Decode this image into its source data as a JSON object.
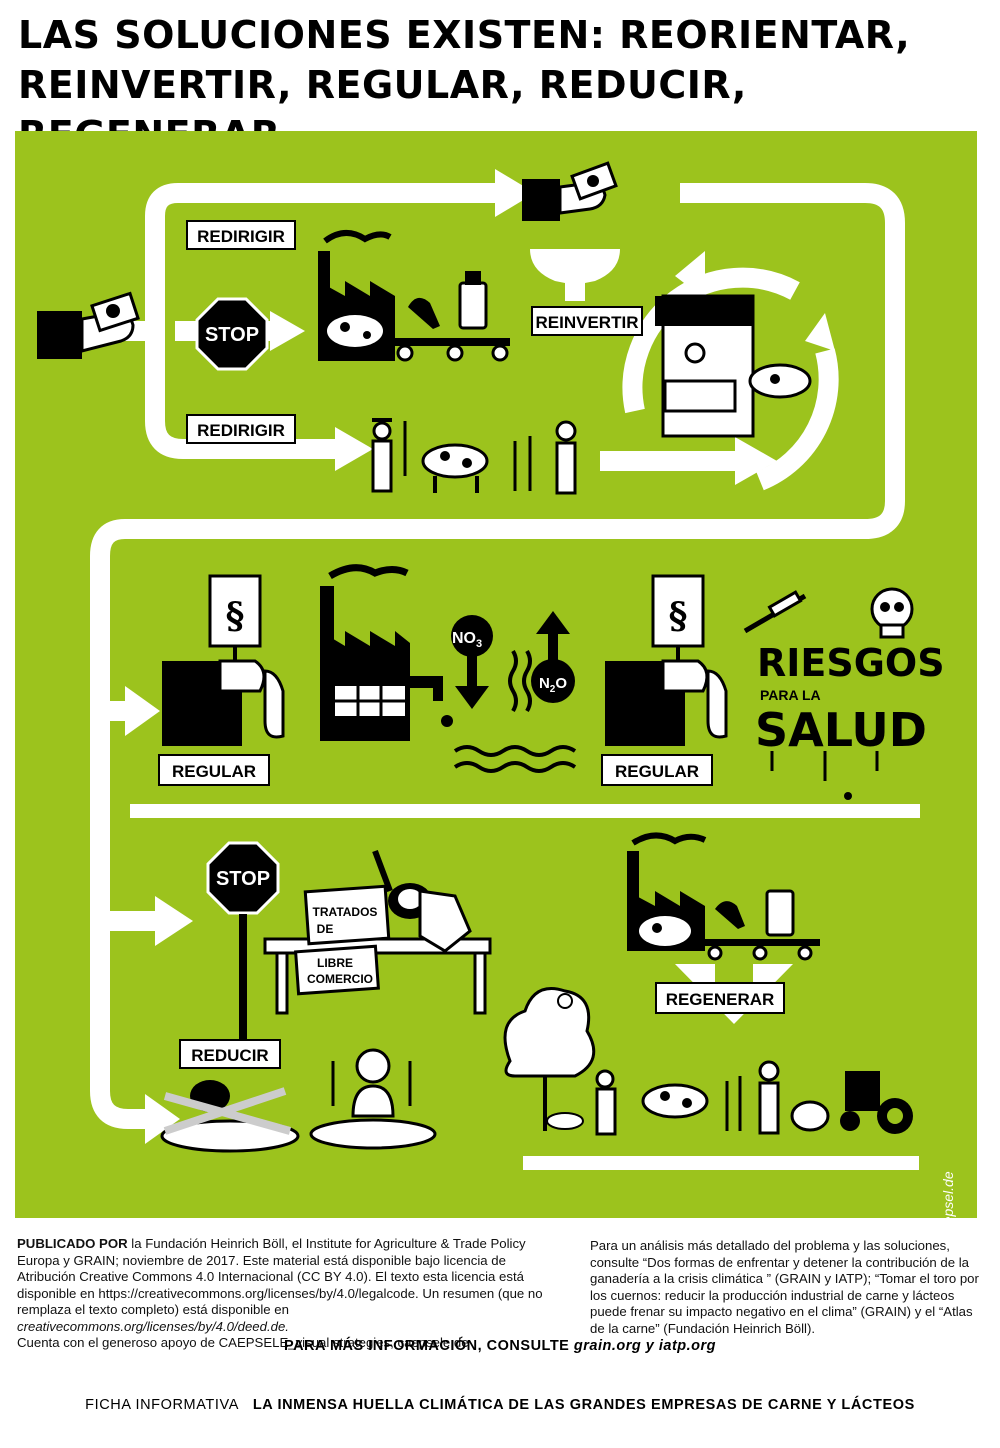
{
  "title": {
    "line1": "LAS SOLUCIONES EXISTEN: REORIENTAR,",
    "line2": "REINVERTIR, REGULAR, REDUCIR, REGENERAR"
  },
  "labels": {
    "redirigir_top": "REDIRIGIR",
    "redirigir_bottom": "REDIRIGIR",
    "reinvertir": "REINVERTIR",
    "stop_1": "STOP",
    "stop_2": "STOP",
    "regular_1": "REGULAR",
    "regular_2": "REGULAR",
    "no3": "NO",
    "no3_sub": "3",
    "n2o_n": "N",
    "n2o_sub": "2",
    "n2o_o": "O",
    "section_symbol": "§",
    "riesgos": "RIESGOS",
    "para_la": "PARA LA",
    "salud": "SALUD",
    "tratados_1": "TRATADOS",
    "tratados_2": "DE",
    "tratados_3": "LIBRE",
    "tratados_4": "COMERCIO",
    "regenerar": "REGENERAR",
    "reducir": "REDUCIR",
    "credit": "Gráficos: caepsel.de"
  },
  "colors": {
    "panel_green": "#9cc31d",
    "ink": "#000000",
    "paper": "#ffffff"
  },
  "footer": {
    "left": {
      "published_by": "PUBLICADO POR",
      "p1": " la Fundación Heinrich Böll, el Institute for Agriculture & Trade Policy Europa y GRAIN; noviembre de 2017. Este material está disponible bajo licencia de Atribución Creative Commons 4.0 Internacional (CC BY 4.0). El texto esta licencia está disponible en https://creativecommons.org/licenses/by/4.0/legalcode. Un resumen (que no remplaza el texto completo) está disponible en",
      "cc_link": "creativecommons.org/licenses/by/4.0/deed.de.",
      "p2": "Cuenta con el generoso apoyo de CAEPSELE_visual strategies, caepsele.de"
    },
    "right": "Para un análisis más detallado del problema y las soluciones, consulte “Dos formas de enfrentar y detener la contribución de la ganadería a la crisis climática ” (GRAIN y IATP); “Tomar el toro por los cuernos: reducir la producción industrial de carne y lácteos puede frenar su impacto negativo en el clima” (GRAIN) y el “Atlas de la carne” (Fundación Heinrich Böll).",
    "more_info_label": "PARA MÁS INFORMACIÓN, CONSULTE",
    "more_info_sites": "grain.org y iatp.org",
    "ficha_label": "FICHA INFORMATIVA",
    "ficha_title": "LA INMENSA HUELLA CLIMÁTICA DE LAS GRANDES EMPRESAS DE CARNE Y LÁCTEOS"
  }
}
